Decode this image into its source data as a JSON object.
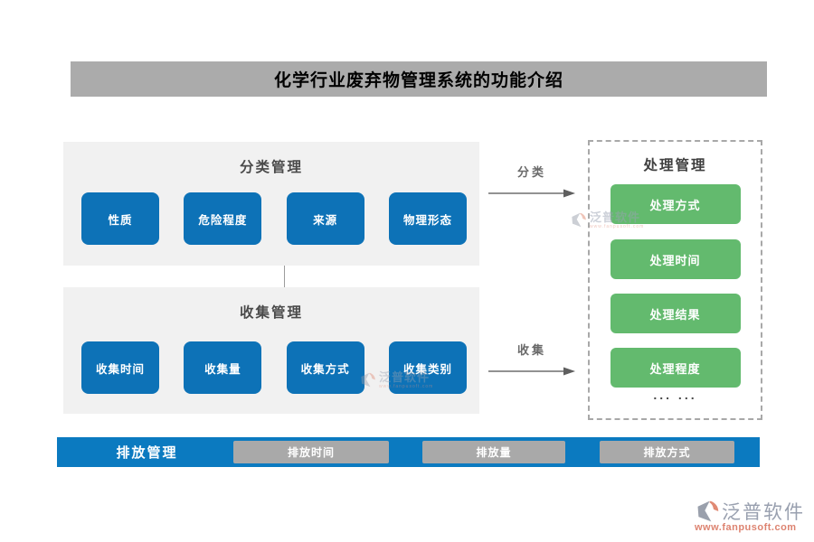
{
  "title": "化学行业废弃物管理系统的功能介绍",
  "sections": {
    "classification": {
      "title": "分类管理",
      "items": [
        "性质",
        "危险程度",
        "来源",
        "物理形态"
      ]
    },
    "collection": {
      "title": "收集管理",
      "items": [
        "收集时间",
        "收集量",
        "收集方式",
        "收集类别"
      ]
    },
    "processing": {
      "title": "处理管理",
      "items": [
        "处理方式",
        "处理时间",
        "处理结果",
        "处理程度"
      ],
      "more": "... ..."
    },
    "emission": {
      "title": "排放管理",
      "items": [
        "排放时间",
        "排放量",
        "排放方式"
      ]
    }
  },
  "arrows": [
    {
      "label": "分类"
    },
    {
      "label": "收集"
    }
  ],
  "brand": {
    "name": "泛普软件",
    "url": "www.fanpusoft.com"
  },
  "colors": {
    "title_bar_gray": "#ababab",
    "panel_gray": "#f1f1f1",
    "node_blue": "#0d72b7",
    "node_green": "#63ba6e",
    "emission_bar_blue": "#0b7ac0",
    "emission_button_gray": "#a9a9a9",
    "arrow_gray": "#6a6a6a",
    "brand_text": "#99a0af",
    "brand_url": "#dd8370"
  }
}
